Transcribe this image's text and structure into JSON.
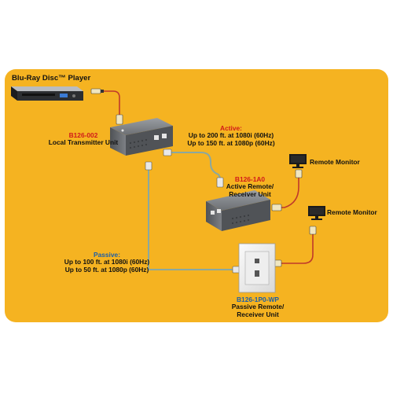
{
  "colors": {
    "background": "#f5b321",
    "active_accent": "#d11a1a",
    "passive_accent": "#1d5fa8",
    "passive_cable": "#8aa8a0",
    "hdmi_cable": "#c0392b",
    "device_body": "#6c6f73"
  },
  "blu_ray": {
    "label": "Blu-Ray Disc™ Player"
  },
  "transmitter": {
    "model": "B126-002",
    "name": "Local Transmitter Unit"
  },
  "active": {
    "title": "Active:",
    "line1": "Up to 200 ft. at 1080i (60Hz)",
    "line2": "Up to 150 ft. at 1080p (60Hz)"
  },
  "active_receiver": {
    "model": "B126-1A0",
    "line1": "Active Remote/",
    "line2": "Receiver Unit"
  },
  "monitor1": {
    "label": "Remote Monitor",
    "icon": "monitor-icon"
  },
  "monitor2": {
    "label": "Remote Monitor",
    "icon": "monitor-icon"
  },
  "passive": {
    "title": "Passive:",
    "line1": "Up to 100 ft. at 1080i (60Hz)",
    "line2": "Up to 50 ft. at 1080p (60Hz)"
  },
  "passive_receiver": {
    "model": "B126-1P0-WP",
    "line1": "Passive Remote/",
    "line2": "Receiver Unit"
  }
}
